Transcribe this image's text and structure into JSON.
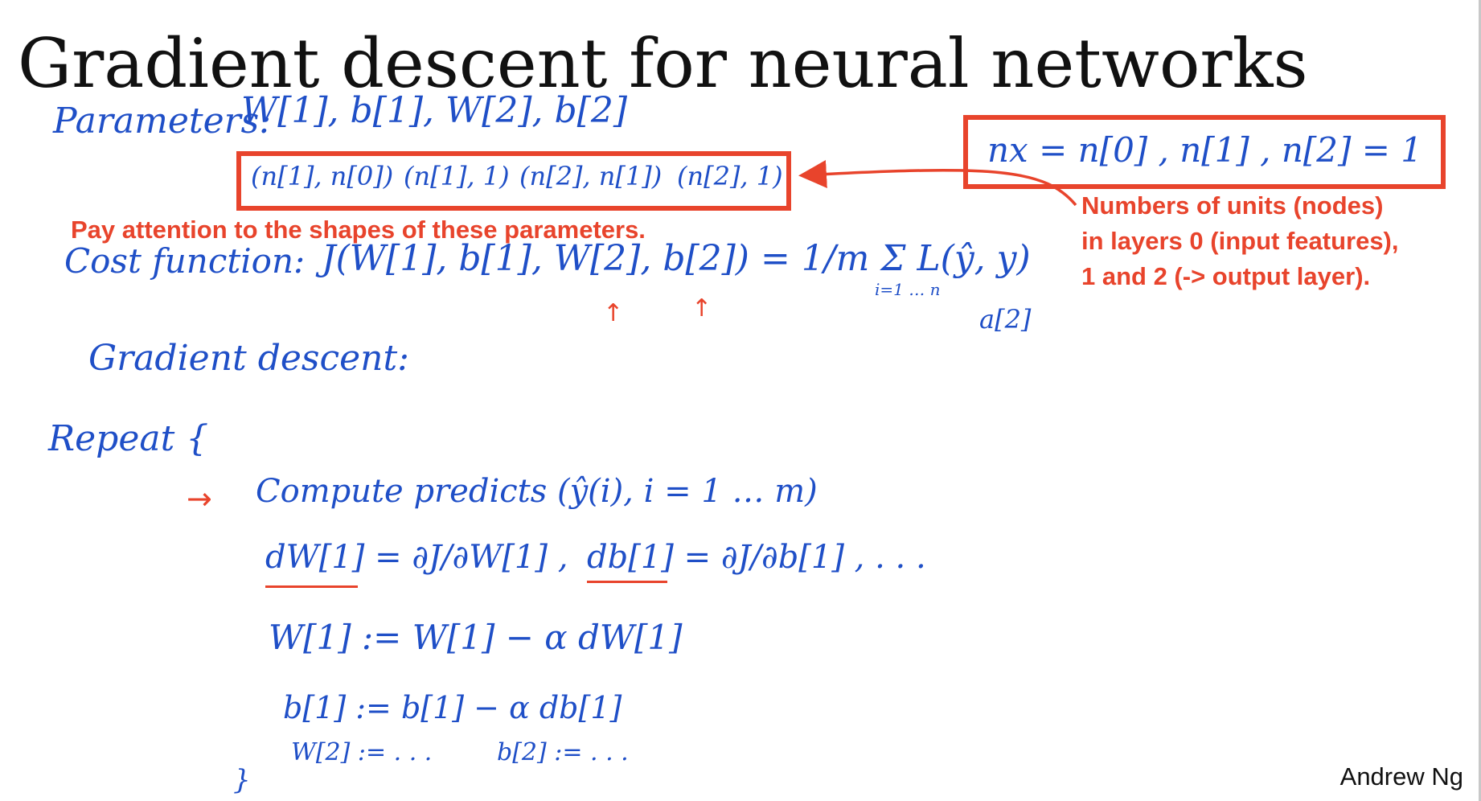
{
  "slide": {
    "title": "Gradient descent for neural networks",
    "author": "Andrew Ng"
  },
  "handwriting": {
    "parameters_label": "Parameters:",
    "parameters_list": "W[1], b[1], W[2], b[2]",
    "shapes": [
      "(n[1], n[0])",
      "(n[1], 1)",
      "(n[2], n[1])",
      "(n[2], 1)"
    ],
    "layer_sizes": "nx = n[0] , n[1] , n[2] = 1",
    "cost_label": "Cost function:",
    "cost_expression": "J(W[1], b[1], W[2], b[2]) = 1/m Σ L(ŷ, y)",
    "sum_limits": "i=1 … n",
    "yhat_note": "a[2]",
    "gd_label": "Gradient descent:",
    "repeat_label": "Repeat {",
    "compute_line": "Compute predicts (ŷ(i), i = 1 … m)",
    "dw_line": "dW[1] = ∂J/∂W[1] ,",
    "db_line": "db[1] = ∂J/∂b[1] , . . .",
    "update_w": "W[1] := W[1] − α dW[1]",
    "update_b": "b[1] := b[1] − α db[1]",
    "update_more_w": "W[2] := . . .",
    "update_more_b": "b[2] := . . .",
    "close_brace": "}"
  },
  "annotations": {
    "shapes_note": "Pay attention to the shapes of these parameters.",
    "units_note_lines": [
      "Numbers of units (nodes)",
      "in layers 0 (input features),",
      "1 and 2 (-> output layer)."
    ]
  },
  "colors": {
    "ink_blue": "#1f4fc7",
    "annotation_red": "#e8442c",
    "title_black": "#111111"
  }
}
